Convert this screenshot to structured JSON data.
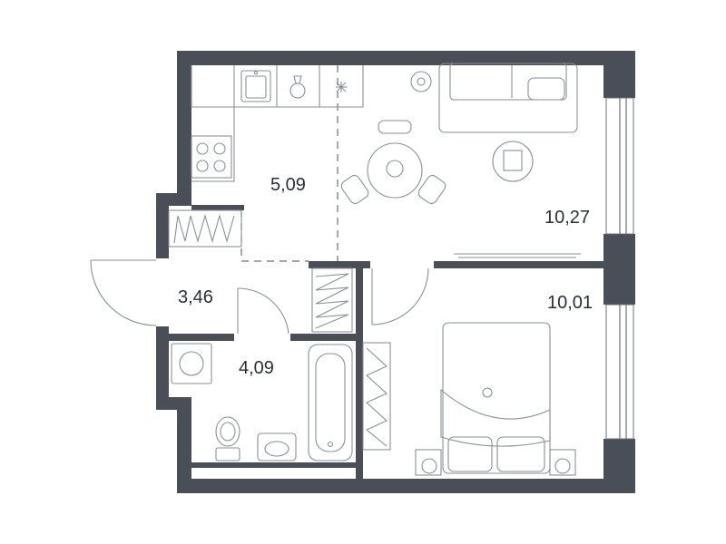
{
  "rooms": [
    {
      "id": "kitchen",
      "area": "5,09"
    },
    {
      "id": "living",
      "area": "10,27"
    },
    {
      "id": "hall",
      "area": "3,46"
    },
    {
      "id": "bath",
      "area": "4,09"
    },
    {
      "id": "bedroom",
      "area": "10,01"
    }
  ],
  "colors": {
    "wall": "#4a4f57",
    "line": "#6b7078",
    "furniture": "#8a8f96",
    "text": "#2b2f36"
  }
}
